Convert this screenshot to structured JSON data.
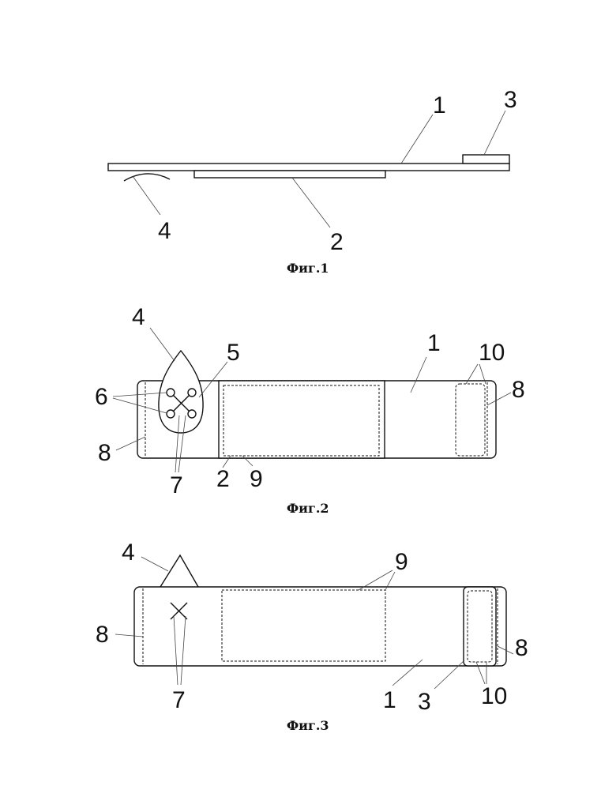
{
  "figures": [
    {
      "caption": "Фиг.1",
      "labels": {
        "n1": "1",
        "n2": "2",
        "n3": "3",
        "n4": "4"
      }
    },
    {
      "caption": "Фиг.2",
      "labels": {
        "n1": "1",
        "n2": "2",
        "n4": "4",
        "n5": "5",
        "n6": "6",
        "n7": "7",
        "n8a": "8",
        "n8b": "8",
        "n9": "9",
        "n10": "10"
      }
    },
    {
      "caption": "Фиг.3",
      "labels": {
        "n1": "1",
        "n3": "3",
        "n4": "4",
        "n7": "7",
        "n8a": "8",
        "n8b": "8",
        "n9": "9",
        "n10": "10"
      }
    }
  ]
}
